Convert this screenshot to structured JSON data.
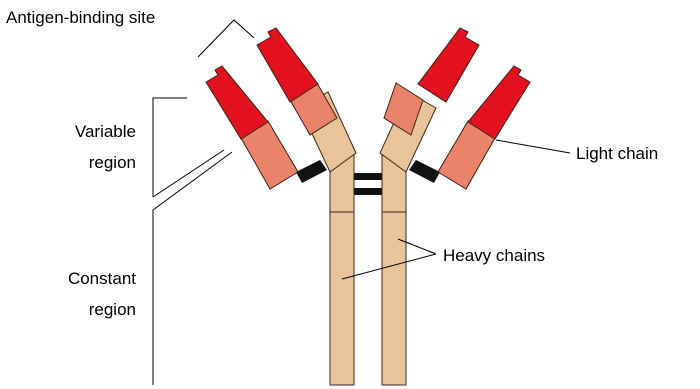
{
  "labels": {
    "antigen_binding_site": "Antigen-binding site",
    "variable_line1": "Variable",
    "variable_line2": "region",
    "constant_line1": "Constant",
    "constant_line2": "region",
    "light_chain": "Light chain",
    "heavy_chains": "Heavy chains"
  },
  "colors": {
    "heavy_constant": "#E9C49B",
    "variable_dark": "#E3101F",
    "variable_light": "#E9836A",
    "bond": "#111111",
    "outline": "#3B2418"
  }
}
